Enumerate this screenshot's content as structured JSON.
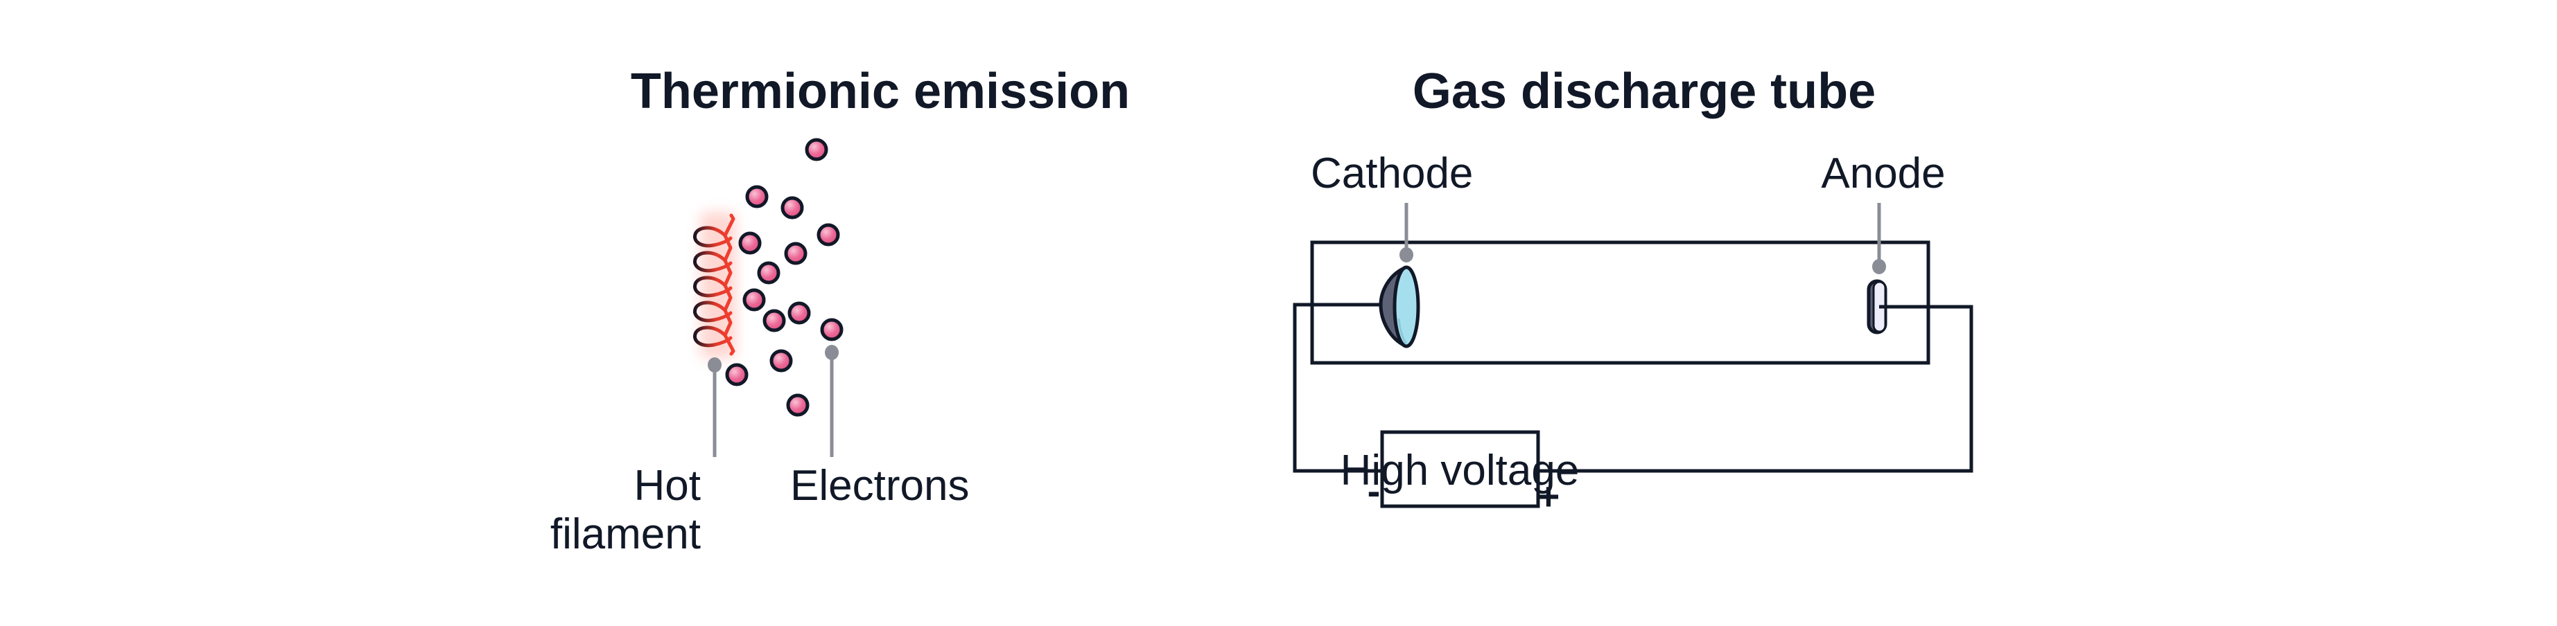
{
  "panels": {
    "thermionic": {
      "title": "Thermionic emission",
      "labels": {
        "filament_line1": "Hot",
        "filament_line2": "filament",
        "electrons": "Electrons"
      },
      "electron_count": 14
    },
    "gas_tube": {
      "title": "Gas discharge tube",
      "labels": {
        "cathode": "Cathode",
        "anode": "Anode",
        "power_supply": "High voltage",
        "negative_sign": "-",
        "positive_sign": "+"
      }
    }
  },
  "colors": {
    "ink": "#111827",
    "pointer": "#8a8d96",
    "filament_hot": "#f03e2f",
    "glow": "#ffd5d0",
    "electron_fill": "#ec6a98",
    "electron_highlight": "#f7b3cc",
    "cathode_face": "#a5dfee",
    "cathode_back": "#5e6277",
    "anode_face": "#eeeefb",
    "anode_shadow": "#cfcfe2"
  }
}
